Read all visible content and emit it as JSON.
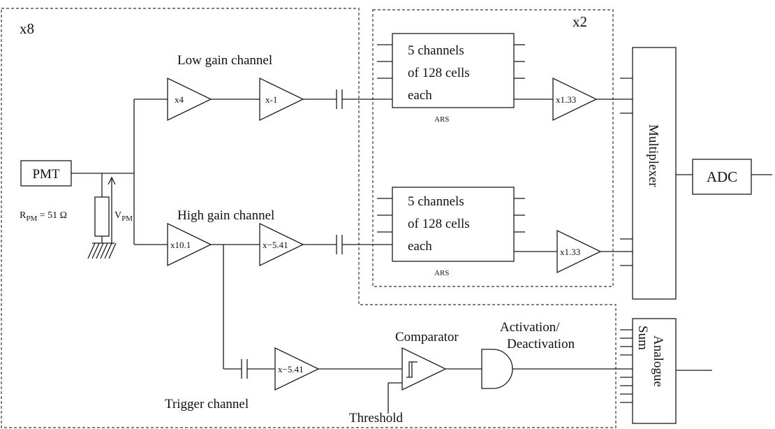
{
  "group_labels": {
    "x8": "x8",
    "x2": "x2"
  },
  "channels": {
    "low_gain": "Low gain channel",
    "high_gain": "High gain channel",
    "trigger": "Trigger channel"
  },
  "pmt": {
    "label": "PMT"
  },
  "resistor": {
    "r_main": "R",
    "r_sub": "PM",
    "r_value": " = 51 Ω",
    "v_main": "V",
    "v_sub": "PM"
  },
  "amplifiers": {
    "low_x4": "x4",
    "low_xm1": "x-1",
    "high_x10": "x10.1",
    "high_x541": "x−5.41",
    "trig_x541": "x−5.41",
    "ars1_out": "x1.33",
    "ars2_out": "x1.33"
  },
  "ars": {
    "line1": "5 channels",
    "line2": "of 128 cells",
    "line3": "each",
    "caption": "ARS"
  },
  "multiplexer": {
    "label": "Multiplexer"
  },
  "adc": {
    "label": "ADC"
  },
  "comparator": {
    "label": "Comparator",
    "threshold": "Threshold"
  },
  "activation": {
    "line1": "Activation/",
    "line2": "Deactivation"
  },
  "analogue_sum": {
    "line1": "Analogue",
    "line2": "Sum"
  }
}
